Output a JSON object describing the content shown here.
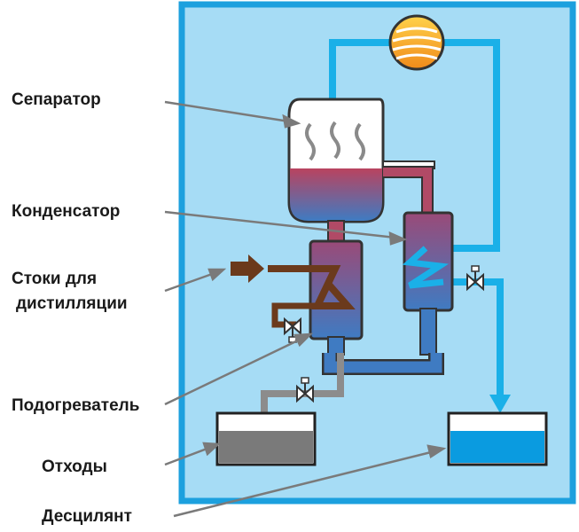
{
  "labels": {
    "separator": "Сепаратор",
    "condenser": "Конденсатор",
    "drain_line1": "Стоки для",
    "drain_line2": "дистилляции",
    "heater": "Подогреватель",
    "waste": "Отходы",
    "distillate": "Десцилянт"
  },
  "colors": {
    "frame": "#1ca0de",
    "frame_fill": "#a6dcf5",
    "pipe_blue": "#1ab0e8",
    "pipe_brown": "#6b3a1c",
    "pipe_gray": "#8c8c8c",
    "liquid_top": "#b9435f",
    "liquid_bottom": "#3f7bc2",
    "separator_body": "#ffffff",
    "steam": "#8a8a8a",
    "fan_orange": "#f39a1e",
    "waste_fill": "#7a7a7a",
    "distillate_fill": "#0a9be0",
    "arrow": "#7a7a7a"
  },
  "icons": [
    "fan-icon",
    "valve-icon",
    "steam-icon",
    "arrow-icon"
  ]
}
